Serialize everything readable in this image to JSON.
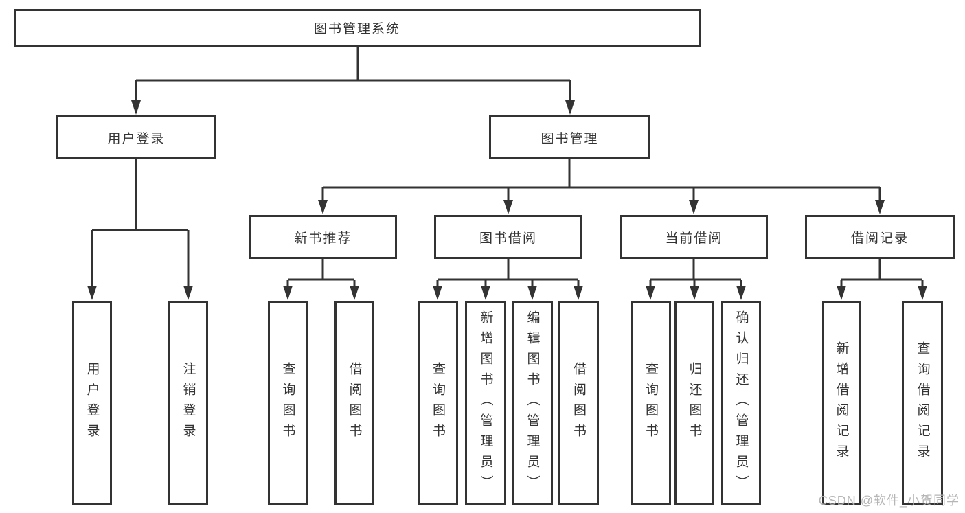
{
  "diagram": {
    "root": {
      "label": "图书管理系统"
    },
    "level1": [
      {
        "label": "用户登录"
      },
      {
        "label": "图书管理"
      }
    ],
    "level2": [
      {
        "label": "新书推荐"
      },
      {
        "label": "图书借阅"
      },
      {
        "label": "当前借阅"
      },
      {
        "label": "借阅记录"
      }
    ],
    "leaves": [
      {
        "label": "用户登录"
      },
      {
        "label": "注销登录"
      },
      {
        "label": "查询图书"
      },
      {
        "label": "借阅图书"
      },
      {
        "label": "查询图书"
      },
      {
        "label": "新增图书（管理员）"
      },
      {
        "label": "编辑图书（管理员）"
      },
      {
        "label": "借阅图书"
      },
      {
        "label": "查询图书"
      },
      {
        "label": "归还图书"
      },
      {
        "label": "确认归还（管理员）"
      },
      {
        "label": "新增借阅记录"
      },
      {
        "label": "查询借阅记录"
      }
    ]
  },
  "watermark": {
    "text": "CSDN @软件_小贺同学"
  },
  "colors": {
    "line": "#333333",
    "text": "#333333",
    "watermark": "#b2b2b2",
    "background": "#ffffff"
  }
}
